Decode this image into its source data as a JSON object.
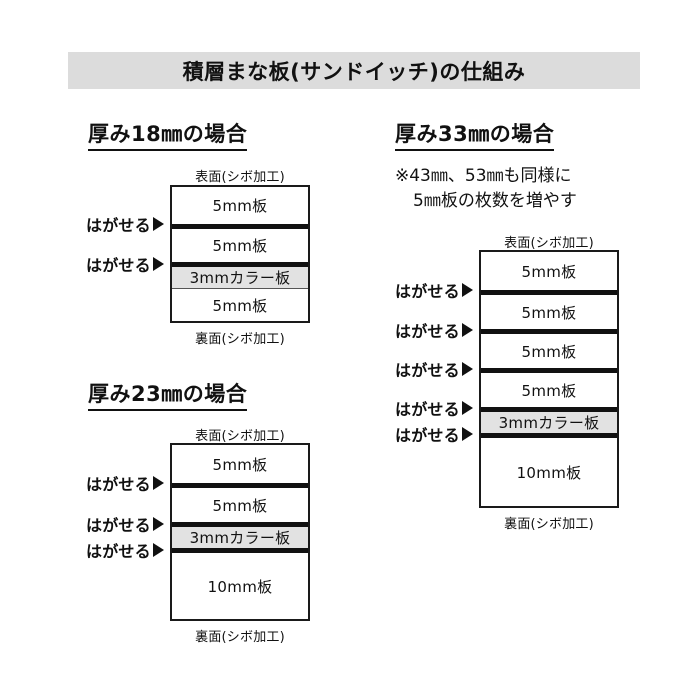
{
  "title": "積層まな板(サンドイッチ)の仕組み",
  "labels": {
    "front_face": "表面(シボ加工)",
    "back_face": "裏面(シボ加工)",
    "peelable": "はがせる",
    "peel_arrow_icon": "right-arrow-icon"
  },
  "colors": {
    "title_band": "#dcdcdc",
    "color_layer": "#e2e2e2",
    "outline": "#1a1a1a",
    "peel_rule": "#111111",
    "background": "#ffffff"
  },
  "sections": [
    {
      "id": "thickness-18",
      "heading": "厚み18㎜の場合",
      "note": [],
      "front_face": "表面(シボ加工)",
      "back_face": "裏面(シボ加工)",
      "layers": [
        {
          "label": "5mm板",
          "type": "plain",
          "peelable_above": false
        },
        {
          "label": "5mm板",
          "type": "plain",
          "peelable_above": true
        },
        {
          "label": "3mmカラー板",
          "type": "color",
          "peelable_above": true
        },
        {
          "label": "5mm板",
          "type": "plain",
          "peelable_above": false
        }
      ]
    },
    {
      "id": "thickness-23",
      "heading": "厚み23㎜の場合",
      "note": [],
      "front_face": "表面(シボ加工)",
      "back_face": "裏面(シボ加工)",
      "layers": [
        {
          "label": "5mm板",
          "type": "plain",
          "peelable_above": false
        },
        {
          "label": "5mm板",
          "type": "plain",
          "peelable_above": true
        },
        {
          "label": "3mmカラー板",
          "type": "color",
          "peelable_above": true
        },
        {
          "label": "10mm板",
          "type": "plain",
          "peelable_above": true
        }
      ]
    },
    {
      "id": "thickness-33",
      "heading": "厚み33㎜の場合",
      "note": [
        "※43㎜、53㎜も同様に",
        "5㎜板の枚数を増やす"
      ],
      "front_face": "表面(シボ加工)",
      "back_face": "裏面(シボ加工)",
      "layers": [
        {
          "label": "5mm板",
          "type": "plain",
          "peelable_above": false
        },
        {
          "label": "5mm板",
          "type": "plain",
          "peelable_above": true
        },
        {
          "label": "5mm板",
          "type": "plain",
          "peelable_above": true
        },
        {
          "label": "5mm板",
          "type": "plain",
          "peelable_above": true
        },
        {
          "label": "3mmカラー板",
          "type": "color",
          "peelable_above": true
        },
        {
          "label": "10mm板",
          "type": "plain",
          "peelable_above": true
        }
      ]
    }
  ]
}
